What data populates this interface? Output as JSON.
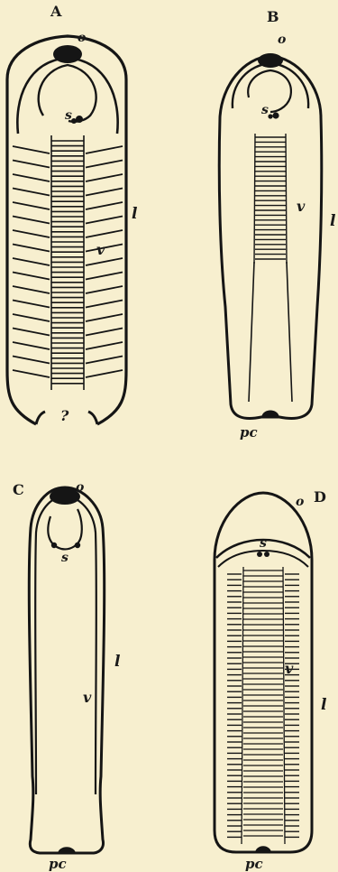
{
  "panels": {
    "A": {
      "caption": "A",
      "labels": {
        "o": "o",
        "s": "s",
        "l": "l",
        "v": "v",
        "q": "?"
      }
    },
    "B": {
      "caption": "B",
      "labels": {
        "o": "o",
        "s": "s",
        "l": "l",
        "v": "v",
        "pc": "pc"
      }
    },
    "C": {
      "caption": "C",
      "labels": {
        "o": "o",
        "s": "s",
        "l": "l",
        "v": "v",
        "pc": "pc"
      }
    },
    "D": {
      "caption": "D",
      "labels": {
        "o": "o",
        "s": "s",
        "l": "l",
        "v": "v",
        "pc": "pc"
      }
    }
  },
  "colors": {
    "paper": "#f7efcf",
    "ink": "#151515"
  }
}
